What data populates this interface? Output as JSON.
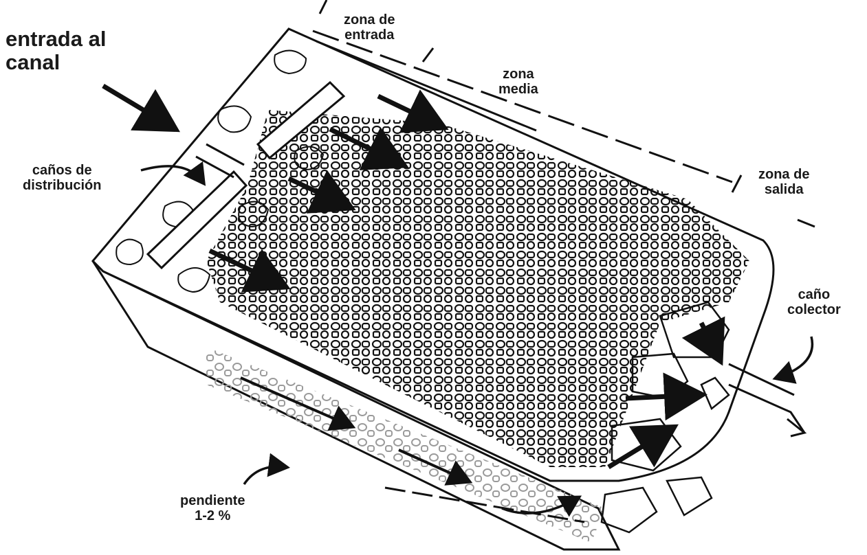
{
  "labels": {
    "entrada_canal": {
      "line1": "entrada al",
      "line2": "canal"
    },
    "zona_entrada": {
      "line1": "zona de",
      "line2": "entrada"
    },
    "zona_media": {
      "line1": "zona",
      "line2": "media"
    },
    "zona_salida": {
      "line1": "zona de",
      "line2": "salida"
    },
    "canos_distribucion": {
      "line1": "caños de",
      "line2": "distribución"
    },
    "cano_colector": {
      "line1": "caño",
      "line2": "colector"
    },
    "pendiente": {
      "line1": "pendiente",
      "line2": "1-2 %"
    }
  },
  "colors": {
    "ink": "#111111",
    "gravel_light": "#9a9a9a",
    "background": "#ffffff"
  }
}
